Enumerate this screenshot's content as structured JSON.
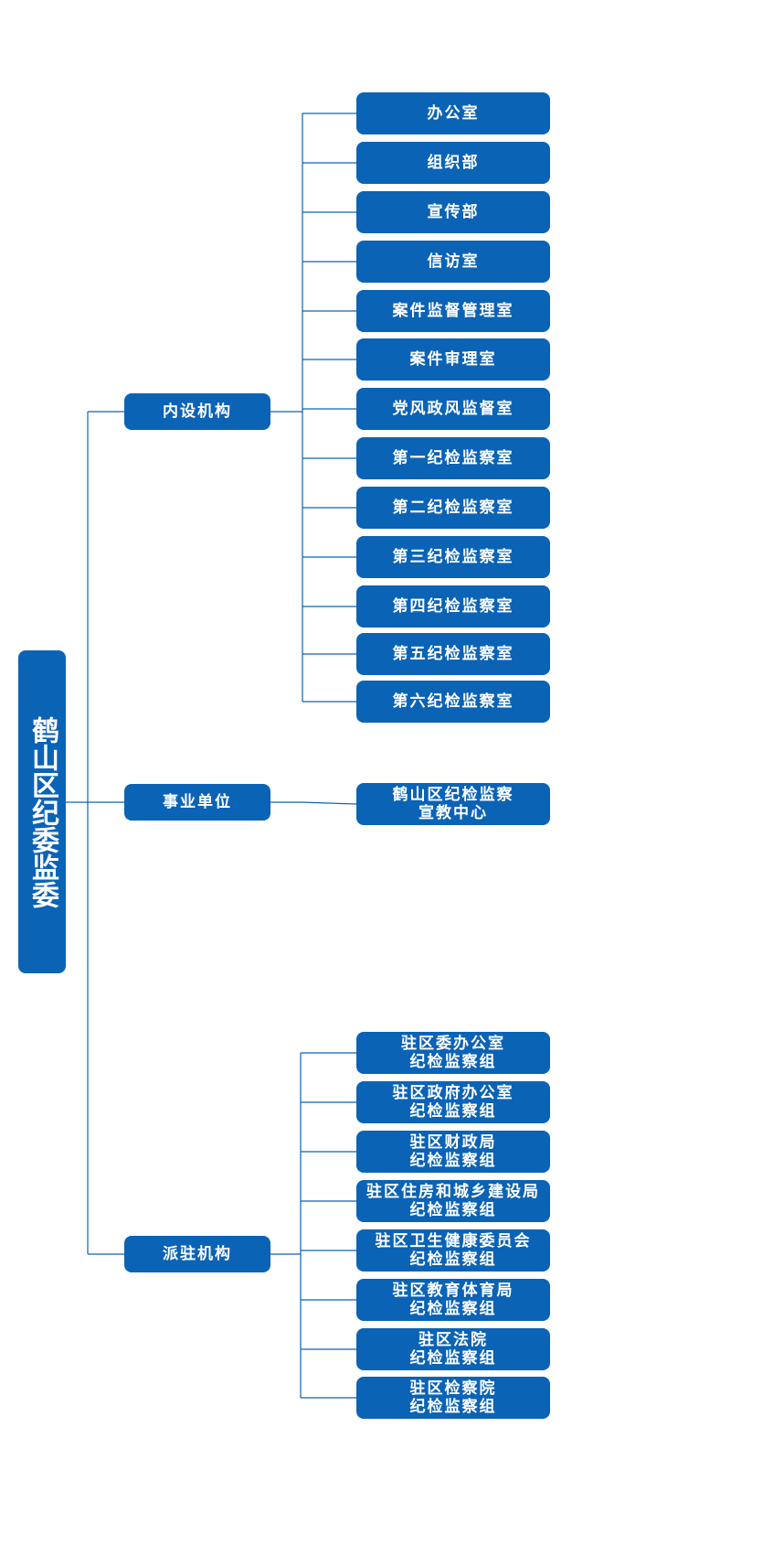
{
  "colors": {
    "box_fill": "#0b63b6",
    "connector": "#0b63b6",
    "text": "#ffffff",
    "background": "#ffffff"
  },
  "root": {
    "label": "鹤山区纪委监委"
  },
  "branches": [
    {
      "label": "内设机构",
      "children": [
        {
          "lines": [
            "办公室"
          ]
        },
        {
          "lines": [
            "组织部"
          ]
        },
        {
          "lines": [
            "宣传部"
          ]
        },
        {
          "lines": [
            "信访室"
          ]
        },
        {
          "lines": [
            "案件监督管理室"
          ]
        },
        {
          "lines": [
            "案件审理室"
          ]
        },
        {
          "lines": [
            "党风政风监督室"
          ]
        },
        {
          "lines": [
            "第一纪检监察室"
          ]
        },
        {
          "lines": [
            "第二纪检监察室"
          ]
        },
        {
          "lines": [
            "第三纪检监察室"
          ]
        },
        {
          "lines": [
            "第四纪检监察室"
          ]
        },
        {
          "lines": [
            "第五纪检监察室"
          ]
        },
        {
          "lines": [
            "第六纪检监察室"
          ]
        }
      ]
    },
    {
      "label": "事业单位",
      "children": [
        {
          "lines": [
            "鹤山区纪检监察",
            "宣教中心"
          ]
        }
      ]
    },
    {
      "label": "派驻机构",
      "children": [
        {
          "lines": [
            "驻区委办公室",
            "纪检监察组"
          ]
        },
        {
          "lines": [
            "驻区政府办公室",
            "纪检监察组"
          ]
        },
        {
          "lines": [
            "驻区财政局",
            "纪检监察组"
          ]
        },
        {
          "lines": [
            "驻区住房和城乡建设局",
            "纪检监察组"
          ]
        },
        {
          "lines": [
            "驻区卫生健康委员会",
            "纪检监察组"
          ]
        },
        {
          "lines": [
            "驻区教育体育局",
            "纪检监察组"
          ]
        },
        {
          "lines": [
            "驻区法院",
            "纪检监察组"
          ]
        },
        {
          "lines": [
            "驻区检察院",
            "纪检监察组"
          ]
        }
      ]
    }
  ]
}
